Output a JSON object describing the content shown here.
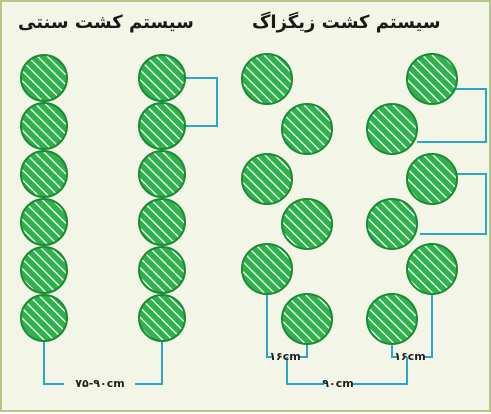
{
  "titles": {
    "traditional": "سیستم کشت سنتی",
    "zigzag": "سیستم کشت زیگزاگ"
  },
  "dimensions": {
    "traditional_spacing": "۷۵-۹۰cm",
    "zigzag_left_spacing": "۱۶cm",
    "zigzag_right_spacing": "۱۶cm",
    "zigzag_row_spacing": "۹۰cm"
  },
  "colors": {
    "plant_fill": "#2fb24c",
    "plant_stroke": "#1b8a36",
    "hatch": "#ffffff",
    "connector": "#2ba7c7",
    "background": "#f3f6e6"
  }
}
